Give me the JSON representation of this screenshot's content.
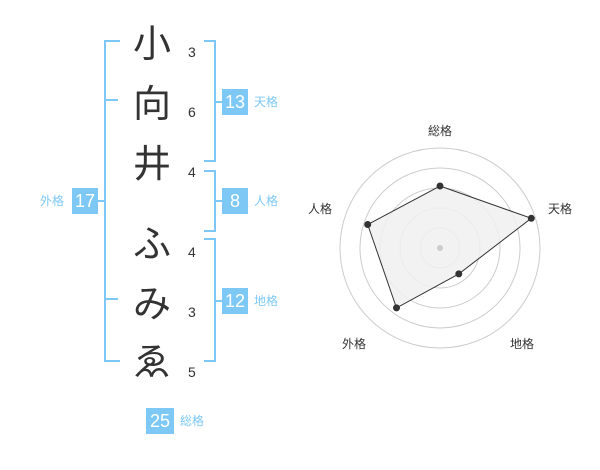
{
  "name": {
    "characters": [
      "小",
      "向",
      "井",
      "ふ",
      "み",
      "ゑ"
    ],
    "strokes": [
      "3",
      "6",
      "4",
      "4",
      "3",
      "5"
    ]
  },
  "fortunes": {
    "tenkaku": {
      "value": "13",
      "label": "天格"
    },
    "jinkaku": {
      "value": "8",
      "label": "人格"
    },
    "chikaku": {
      "value": "12",
      "label": "地格"
    },
    "gaikaku": {
      "value": "17",
      "label": "外格"
    },
    "soukaku": {
      "value": "25",
      "label": "総格"
    }
  },
  "chart_data": {
    "type": "radar",
    "axes": [
      "総格",
      "天格",
      "地格",
      "外格",
      "人格"
    ],
    "values": [
      3.1,
      4.8,
      1.6,
      3.7,
      3.8
    ],
    "max": 5,
    "rings": 5,
    "colors": {
      "fill": "#f0f0f0",
      "line": "#333333",
      "ring": "#cccccc",
      "center": "#cccccc"
    }
  },
  "colors": {
    "accent": "#7dc8f4",
    "text": "#333333"
  }
}
